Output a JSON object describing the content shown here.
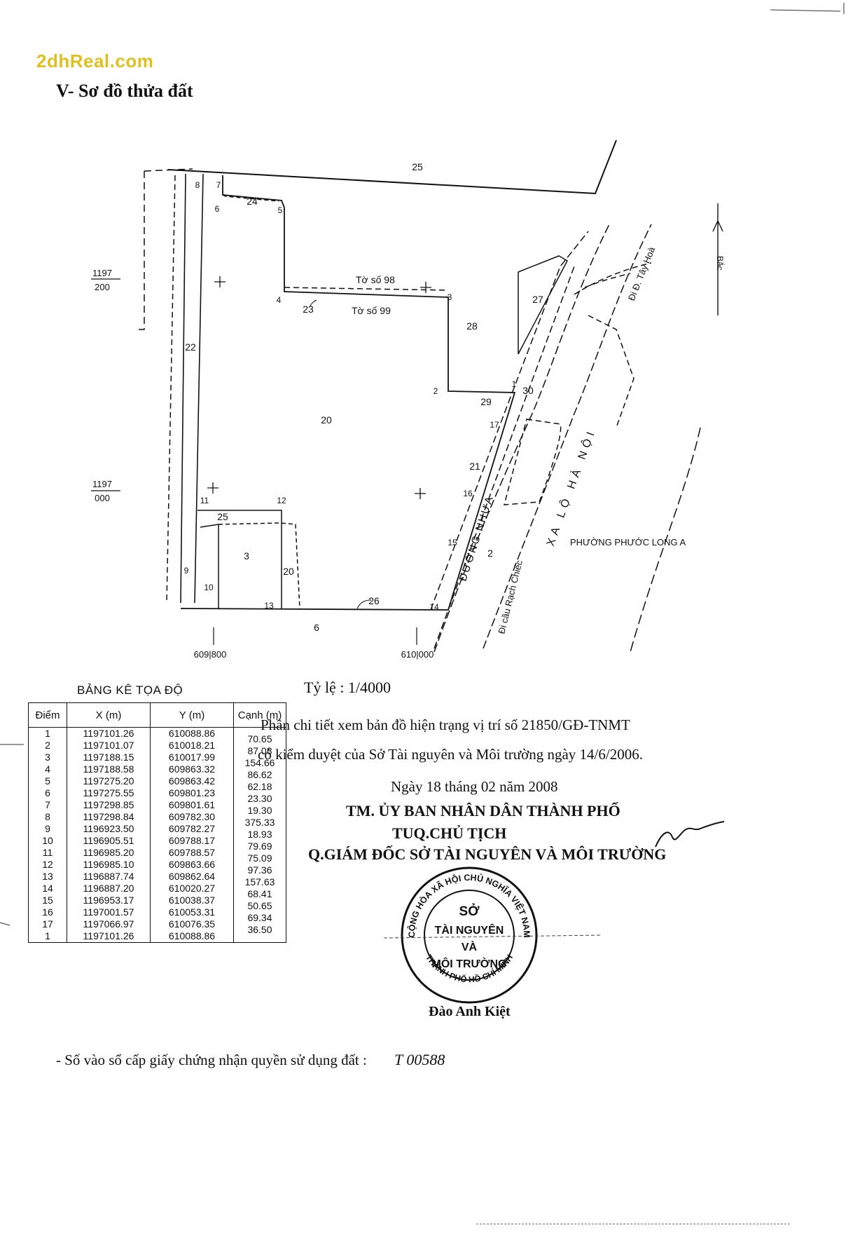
{
  "watermark": "2dhReal.com",
  "section_title": "V- Sơ đồ thửa đất",
  "map": {
    "grid_labels": [
      {
        "num": "1197",
        "den": "200"
      },
      {
        "num": "1197",
        "den": "000"
      }
    ],
    "x_ticks": [
      "609|800",
      "610|000"
    ],
    "sheet_98": "Tờ số 98",
    "sheet_99": "Tờ số 99",
    "parcel_numbers": [
      "25",
      "24",
      "23",
      "22",
      "20",
      "28",
      "27",
      "29",
      "30",
      "21",
      "2",
      "3",
      "20",
      "25",
      "26",
      "6"
    ],
    "point_labels": [
      "1",
      "2",
      "3",
      "4",
      "5",
      "6",
      "7",
      "8",
      "9",
      "10",
      "11",
      "12",
      "13",
      "14",
      "15",
      "16",
      "17"
    ],
    "road_tay_hoa": "Đi Đ. Tây Hoà",
    "road_nhua": "ĐƯỜNG NHỰA",
    "road_xa_lo": "XA LỘ HÀ NỘI",
    "road_rach_chiec": "Đi cầu Rạch Chiếc",
    "ward": "PHƯỜNG PHƯỚC LONG A",
    "north_mark": "Bắc"
  },
  "coord_table": {
    "title": "BẢNG KÊ TỌA ĐỘ",
    "headers": [
      "Điểm",
      "X (m)",
      "Y (m)",
      "Cạnh (m)"
    ],
    "rows": [
      {
        "pt": "1",
        "x": "1197101.26",
        "y": "610088.86",
        "len": ""
      },
      {
        "pt": "2",
        "x": "1197101.07",
        "y": "610018.21",
        "len": "70.65"
      },
      {
        "pt": "3",
        "x": "1197188.15",
        "y": "610017.99",
        "len": "87.08"
      },
      {
        "pt": "4",
        "x": "1197188.58",
        "y": "609863.32",
        "len": "154.66"
      },
      {
        "pt": "5",
        "x": "1197275.20",
        "y": "609863.42",
        "len": "86.62"
      },
      {
        "pt": "6",
        "x": "1197275.55",
        "y": "609801.23",
        "len": "62.18"
      },
      {
        "pt": "7",
        "x": "1197298.85",
        "y": "609801.61",
        "len": "23.30"
      },
      {
        "pt": "8",
        "x": "1197298.84",
        "y": "609782.30",
        "len": "19.30"
      },
      {
        "pt": "9",
        "x": "1196923.50",
        "y": "609782.27",
        "len": "375.33"
      },
      {
        "pt": "10",
        "x": "1196905.51",
        "y": "609788.17",
        "len": "18.93"
      },
      {
        "pt": "11",
        "x": "1196985.20",
        "y": "609788.57",
        "len": "79.69"
      },
      {
        "pt": "12",
        "x": "1196985.10",
        "y": "609863.66",
        "len": "75.09"
      },
      {
        "pt": "13",
        "x": "1196887.74",
        "y": "609862.64",
        "len": "97.36"
      },
      {
        "pt": "14",
        "x": "1196887.20",
        "y": "610020.27",
        "len": "157.63"
      },
      {
        "pt": "15",
        "x": "1196953.17",
        "y": "610038.37",
        "len": "68.41"
      },
      {
        "pt": "16",
        "x": "1197001.57",
        "y": "610053.31",
        "len": "50.65"
      },
      {
        "pt": "17",
        "x": "1197066.97",
        "y": "610076.35",
        "len": "69.34"
      },
      {
        "pt": "1",
        "x": "1197101.26",
        "y": "610088.86",
        "len": "36.50"
      }
    ]
  },
  "scale": "Tỷ lệ : 1/4000",
  "note_line1": "Phần chi tiết xem bản đồ hiện trạng vị trí số 21850/GĐ-TNMT",
  "note_line2": "có kiểm duyệt của Sở Tài nguyên và Môi trường ngày 14/6/2006.",
  "date_line": "Ngày 18 tháng 02 năm 2008",
  "org_line1": "TM. ỦY BAN NHÂN DÂN THÀNH PHỐ",
  "org_line2": "TUQ.CHỦ TỊCH",
  "org_line3": "Q.GIÁM ĐỐC SỞ TÀI NGUYÊN VÀ MÔI TRƯỜNG",
  "stamp": {
    "ring_text": "CỘNG HÒA XÃ HỘI CHỦ NGHĨA VIỆT NAM",
    "ring_bottom": "THÀNH PHỐ HỒ CHÍ MINH",
    "center_lines": [
      "SỞ",
      "TÀI NGUYÊN",
      "VÀ",
      "MÔI TRƯỜNG"
    ]
  },
  "signer": "Đào Anh Kiệt",
  "registry_label": "- Số vào sổ cấp giấy chứng nhận quyền sử dụng đất :",
  "registry_number": "T 00588"
}
